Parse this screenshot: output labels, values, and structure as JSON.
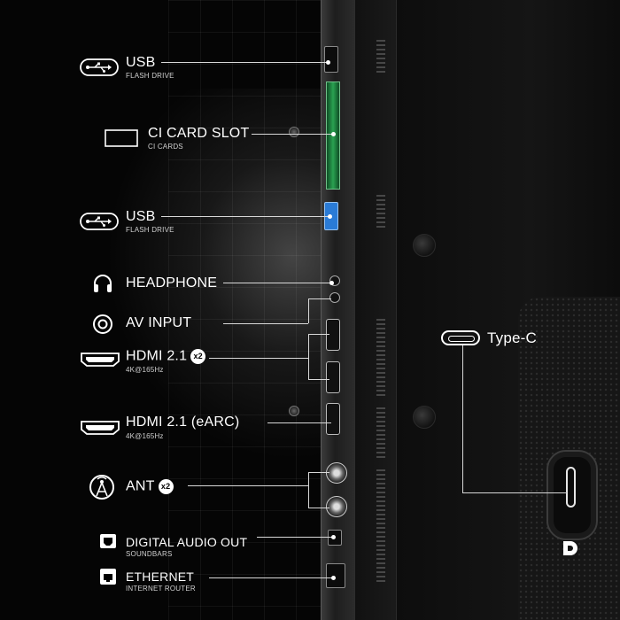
{
  "ports": [
    {
      "id": "usb1",
      "icon": "usb-icon",
      "label": "USB",
      "sub": "FLASH DRIVE"
    },
    {
      "id": "ci",
      "icon": "ci-card-icon",
      "label": "CI CARD SLOT",
      "sub": "CI CARDS"
    },
    {
      "id": "usb2",
      "icon": "usb-icon",
      "label": "USB",
      "sub": "FLASH DRIVE"
    },
    {
      "id": "headphone",
      "icon": "headphone-icon",
      "label": "HEADPHONE",
      "sub": ""
    },
    {
      "id": "av",
      "icon": "av-input-icon",
      "label": "AV INPUT",
      "sub": ""
    },
    {
      "id": "hdmi1",
      "icon": "hdmi-icon",
      "label": "HDMI 2.1",
      "badge": "x2",
      "sub": "4K@165Hz"
    },
    {
      "id": "hdmi2",
      "icon": "hdmi-icon",
      "label": "HDMI 2.1 (eARC)",
      "sub": "4K@165Hz"
    },
    {
      "id": "ant",
      "icon": "antenna-icon",
      "label": "ANT",
      "badge": "x2",
      "sub": ""
    },
    {
      "id": "optical",
      "icon": "optical-icon",
      "label": "DIGITAL AUDIO OUT",
      "sub": "SOUNDBARS"
    },
    {
      "id": "ethernet",
      "icon": "ethernet-icon",
      "label": "ETHERNET",
      "sub": "INTERNET ROUTER"
    }
  ],
  "typec": {
    "label": "Type-C",
    "icon": "usb-type-c-icon"
  },
  "colors": {
    "text": "#ffffff",
    "line": "#d8d8d8",
    "card_slot": "#2aa251",
    "usb_blue": "#2a7bd6"
  }
}
